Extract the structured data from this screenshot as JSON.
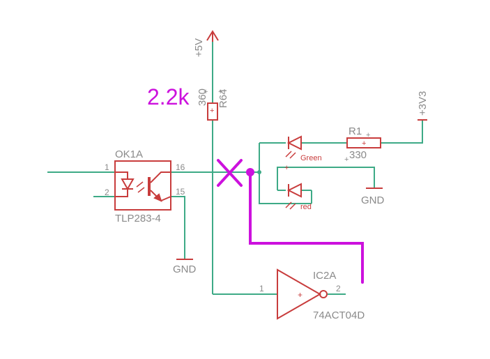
{
  "colors": {
    "wire": "#3daa86",
    "component": "#c83c3c",
    "label": "#8a8a8a",
    "annotation": "#cc11dd",
    "background": "#ffffff"
  },
  "supplies": {
    "vcc5": "+5V",
    "vcc33": "+3V3",
    "gnd_left": "GND",
    "gnd_right": "GND"
  },
  "resistor_r64": {
    "name": "R64",
    "value": "360",
    "annotation_value": "2.2k"
  },
  "resistor_r1": {
    "name": "R1",
    "value": "330"
  },
  "led_green": {
    "label": "Green"
  },
  "led_red": {
    "label": "red"
  },
  "optocoupler": {
    "name": "OK1A",
    "part": "TLP283-4",
    "pins": {
      "anode": "1",
      "cathode": "2",
      "collector": "16",
      "emitter": "15"
    }
  },
  "inverter": {
    "name": "IC2A",
    "part": "74ACT04D",
    "pins": {
      "input": "1",
      "output": "2"
    }
  },
  "plus_mark": "+"
}
